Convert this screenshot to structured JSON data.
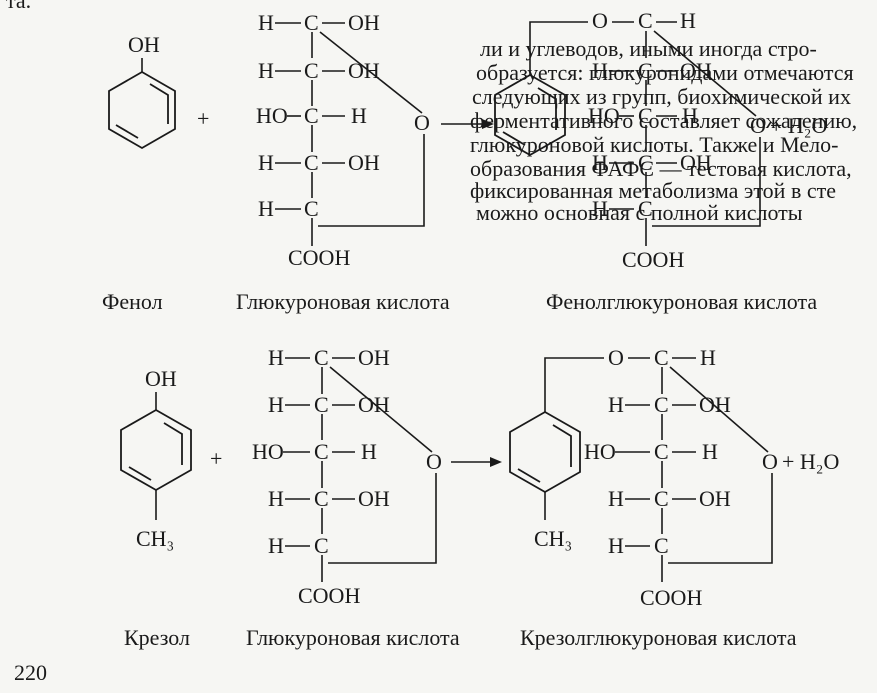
{
  "top_fragment": "та.",
  "page_number": "220",
  "row1": {
    "phenol": {
      "substituent": "OH",
      "caption": "Фенол"
    },
    "plus": "+",
    "glucuronic": {
      "rows": [
        {
          "left": "H",
          "right": "OH"
        },
        {
          "left": "H",
          "right": "OH"
        },
        {
          "left": "HO",
          "right": "H"
        },
        {
          "left": "H",
          "right": "OH"
        },
        {
          "left": "H",
          "right": ""
        }
      ],
      "bottom": "COOH",
      "ring_o": "O",
      "caption": "Глюкуроновая кислота"
    },
    "product": {
      "top": {
        "left": "O",
        "right": "H"
      },
      "rows": [
        {
          "left": "H",
          "right": "OH"
        },
        {
          "left": "HO",
          "right": "H"
        },
        {
          "left": "H",
          "right": "OH"
        },
        {
          "left": "H",
          "right": ""
        }
      ],
      "bottom": "COOH",
      "ring_o": "O",
      "water": "+ H₂O",
      "caption": "Фенолглюкуроновая кислота"
    }
  },
  "row2": {
    "cresol": {
      "substituent_top": "OH",
      "substituent_bottom": "CH₃",
      "caption": "Крезол"
    },
    "plus": "+",
    "glucuronic": {
      "rows": [
        {
          "left": "H",
          "right": "OH"
        },
        {
          "left": "H",
          "right": "OH"
        },
        {
          "left": "HO",
          "right": "H"
        },
        {
          "left": "H",
          "right": "OH"
        },
        {
          "left": "H",
          "right": ""
        }
      ],
      "bottom": "COOH",
      "ring_o": "O",
      "caption": "Глюкуроновая кислота"
    },
    "product": {
      "top": {
        "left": "O",
        "right": "H"
      },
      "rows": [
        {
          "left": "H",
          "right": "OH"
        },
        {
          "left": "HO",
          "right": "H"
        },
        {
          "left": "H",
          "right": "OH"
        },
        {
          "left": "H",
          "right": ""
        }
      ],
      "ring_substituent": "CH₃",
      "bottom": "COOH",
      "ring_o": "O",
      "water": "+ H₂O",
      "caption": "Крезолглюкуроновая кислота"
    }
  }
}
